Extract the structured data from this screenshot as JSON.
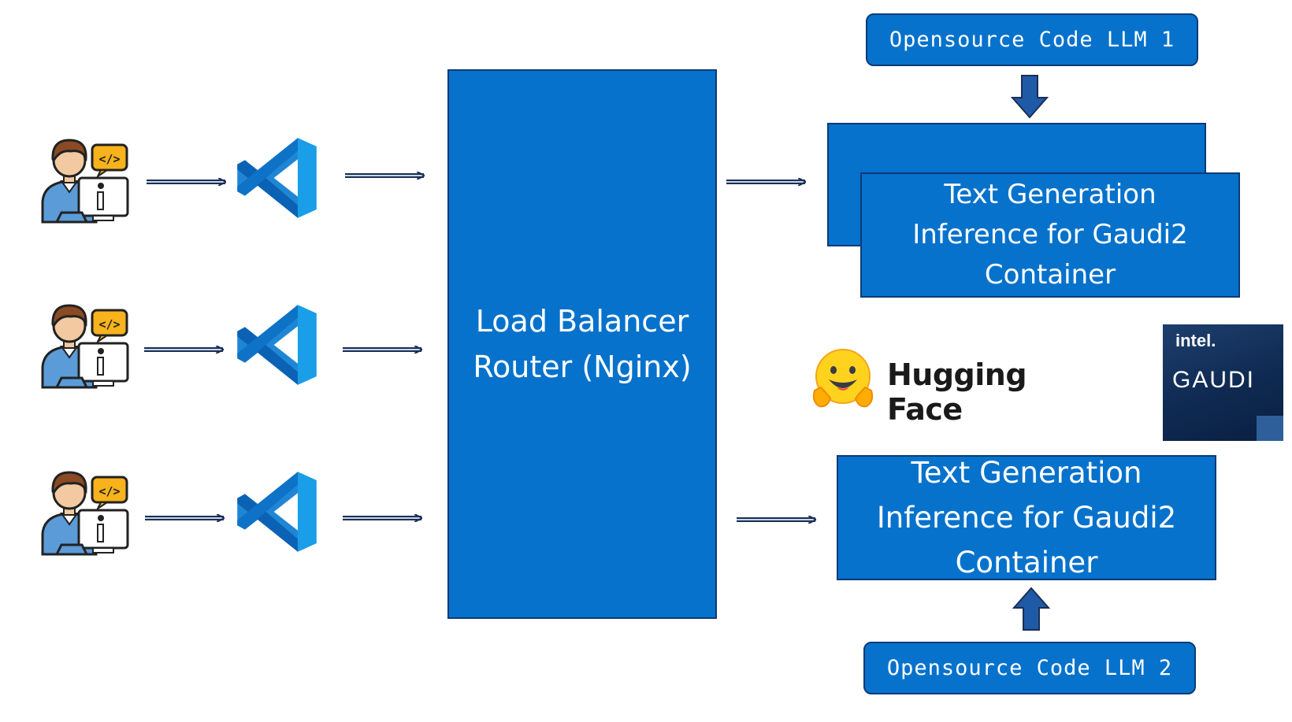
{
  "load_balancer": {
    "lines": [
      "Load Balancer",
      "Router (Nginx)"
    ]
  },
  "tgi_top": {
    "lines": [
      "Text Generation",
      "Inference for Gaudi2",
      "Container"
    ]
  },
  "tgi_bottom": {
    "lines": [
      "Text Generation",
      "Inference for Gaudi2",
      "Container"
    ]
  },
  "llm_1": {
    "label": "Opensource Code LLM 1"
  },
  "llm_2": {
    "label": "Opensource Code LLM 2"
  },
  "hugging_face": {
    "label": "Hugging Face"
  },
  "gaudi_logo": {
    "brand": "intel.",
    "product": "GAUDI"
  },
  "icons": {
    "developer": "developer-at-computer-icon",
    "editor": "vscode-icon",
    "hugging_face": "hugging-face-emoji-icon"
  },
  "colors": {
    "box_fill": "#0672cc",
    "box_border": "#0b3a78",
    "arrow": "#1f5aa6",
    "arrow_outline": "#1a2f55"
  }
}
